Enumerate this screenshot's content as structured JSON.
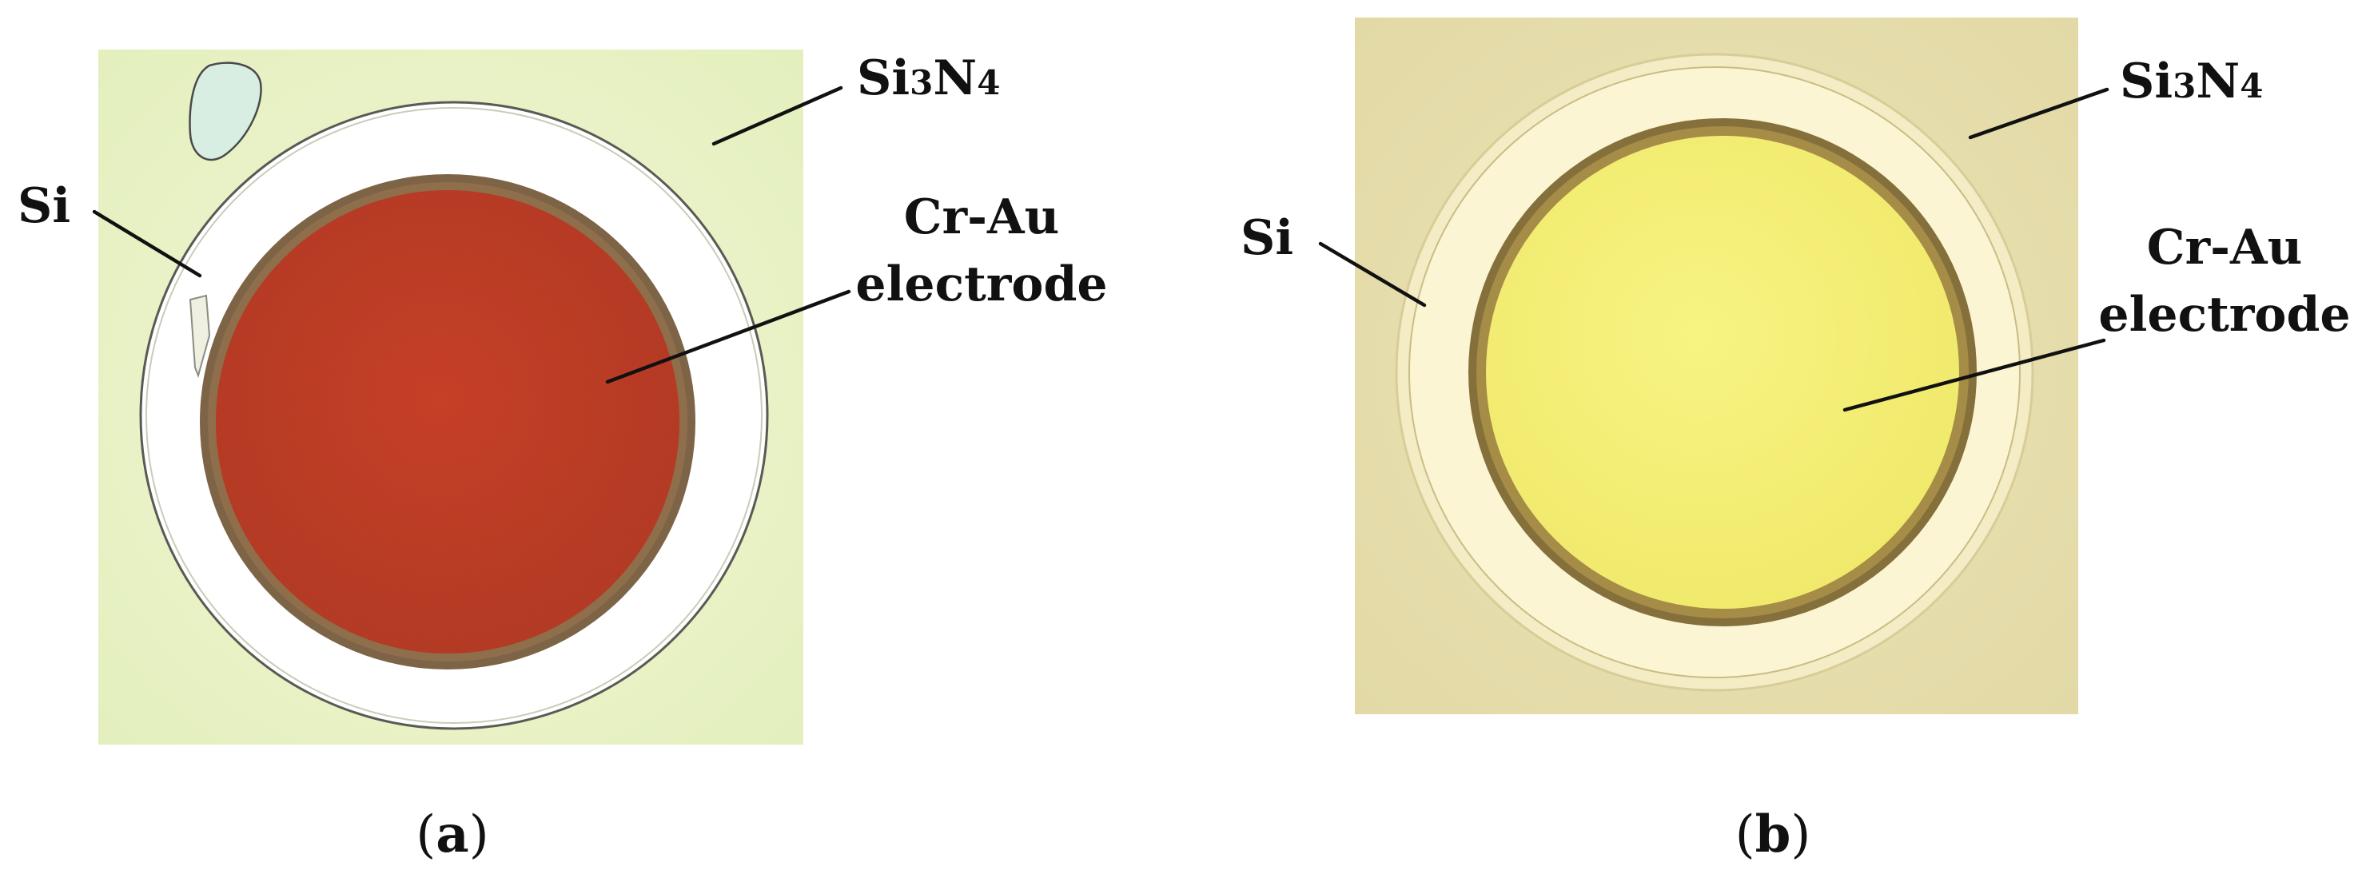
{
  "panels": [
    {
      "id": "a",
      "caption_open": "(",
      "caption_letter": "a",
      "caption_close": ")",
      "labels": {
        "si": "Si",
        "si3n4_si": "Si",
        "si3n4_sub3": "3",
        "si3n4_n": "N",
        "si3n4_sub4": "4",
        "cr_au": "Cr-Au",
        "electrode": "electrode"
      },
      "colors": {
        "background": "#eaf3c6",
        "ring": "#ffffff",
        "electrode": "#c9321e",
        "electrode_rim": "#7a5a3a"
      }
    },
    {
      "id": "b",
      "caption_open": "(",
      "caption_letter": "b",
      "caption_close": ")",
      "labels": {
        "si": "Si",
        "si3n4_si": "Si",
        "si3n4_sub3": "3",
        "si3n4_n": "N",
        "si3n4_sub4": "4",
        "cr_au": "Cr-Au",
        "electrode": "electrode"
      },
      "colors": {
        "background": "#e8e0b0",
        "ring": "#fcf6d6",
        "electrode": "#f5f07a",
        "electrode_rim": "#8a7a3a"
      }
    }
  ]
}
